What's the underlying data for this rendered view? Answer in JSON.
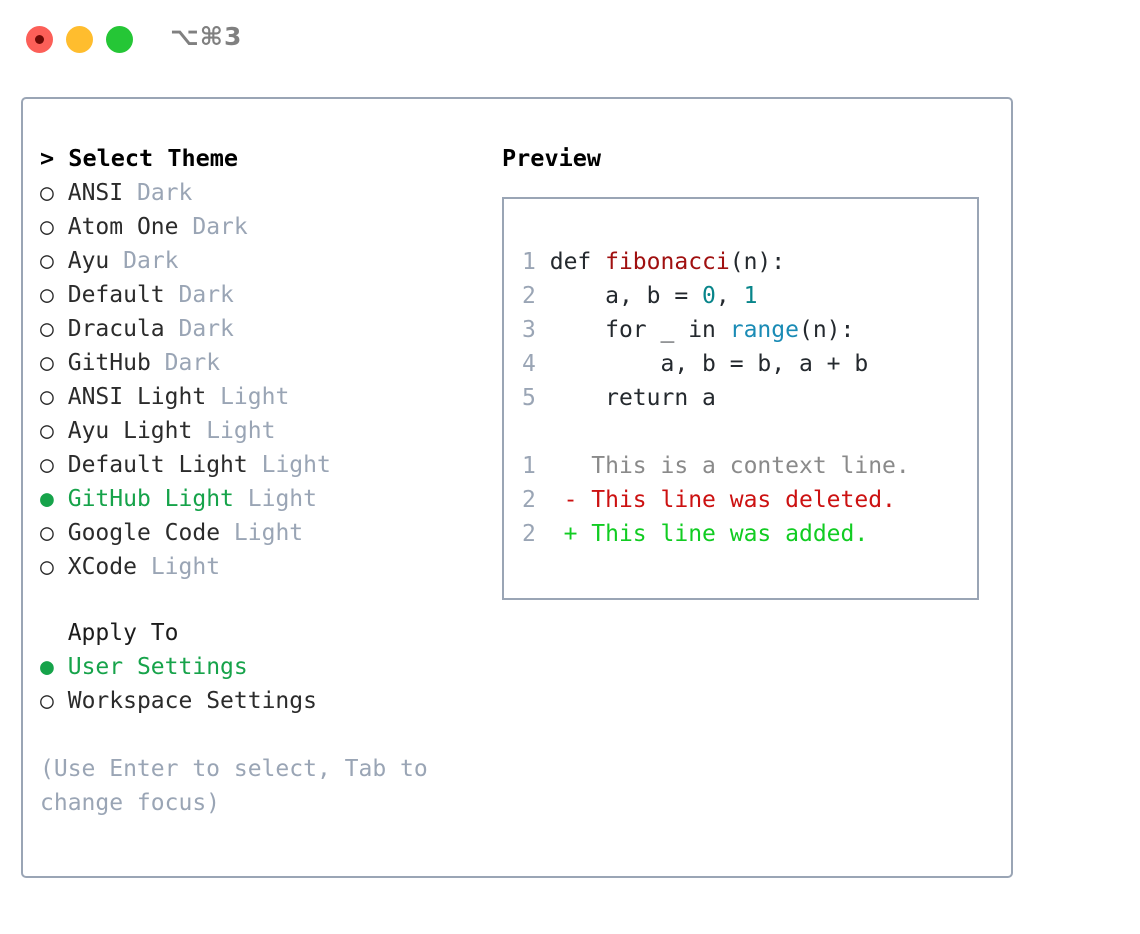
{
  "window": {
    "title": "⌥⌘3",
    "traffic_lights": [
      {
        "name": "close-button",
        "color": "#fc5f58"
      },
      {
        "name": "minimize-button",
        "color": "#ffbd2e"
      },
      {
        "name": "maximize-button",
        "color": "#25c636"
      }
    ]
  },
  "colors": {
    "accent_green": "#16a34a",
    "muted": "#9aa5b5",
    "border": "#9aa5b5",
    "text": "#1c1c1c",
    "syntax_function": "#a01010",
    "syntax_number": "#08858a",
    "syntax_builtin": "#1a8bb5",
    "diff_context": "#8a8a8a",
    "diff_deleted": "#cc1111",
    "diff_added": "#11cc22"
  },
  "theme_picker": {
    "header_prefix": "> ",
    "header": "Select Theme",
    "bullet_unselected": "○",
    "bullet_selected": "●",
    "items": [
      {
        "name": "ANSI",
        "variant": "Dark",
        "selected": false
      },
      {
        "name": "Atom One",
        "variant": "Dark",
        "selected": false
      },
      {
        "name": "Ayu",
        "variant": "Dark",
        "selected": false
      },
      {
        "name": "Default",
        "variant": "Dark",
        "selected": false
      },
      {
        "name": "Dracula",
        "variant": "Dark",
        "selected": false
      },
      {
        "name": "GitHub",
        "variant": "Dark",
        "selected": false
      },
      {
        "name": "ANSI Light",
        "variant": "Light",
        "selected": false
      },
      {
        "name": "Ayu Light",
        "variant": "Light",
        "selected": false
      },
      {
        "name": "Default Light",
        "variant": "Light",
        "selected": false
      },
      {
        "name": "GitHub Light",
        "variant": "Light",
        "selected": true
      },
      {
        "name": "Google Code",
        "variant": "Light",
        "selected": false
      },
      {
        "name": "XCode",
        "variant": "Light",
        "selected": false
      }
    ]
  },
  "apply_to": {
    "label": "Apply To",
    "options": [
      {
        "name": "User Settings",
        "selected": true
      },
      {
        "name": "Workspace Settings",
        "selected": false
      }
    ]
  },
  "hint": "(Use Enter to select, Tab to change focus)",
  "preview": {
    "header": "Preview",
    "code_lines": [
      {
        "no": "1",
        "segments": [
          {
            "t": "def ",
            "c": "plain"
          },
          {
            "t": "fibonacci",
            "c": "fn"
          },
          {
            "t": "(n):",
            "c": "plain"
          }
        ]
      },
      {
        "no": "2",
        "segments": [
          {
            "t": "    a, b = ",
            "c": "plain"
          },
          {
            "t": "0",
            "c": "num"
          },
          {
            "t": ", ",
            "c": "plain"
          },
          {
            "t": "1",
            "c": "num"
          }
        ]
      },
      {
        "no": "3",
        "segments": [
          {
            "t": "    for _ in ",
            "c": "plain"
          },
          {
            "t": "range",
            "c": "builtin"
          },
          {
            "t": "(n):",
            "c": "plain"
          }
        ]
      },
      {
        "no": "4",
        "segments": [
          {
            "t": "        a, b = b, a + b",
            "c": "plain"
          }
        ]
      },
      {
        "no": "5",
        "segments": [
          {
            "t": "    return a",
            "c": "plain"
          }
        ]
      }
    ],
    "diff_lines": [
      {
        "no": "1",
        "marker": "  ",
        "text": "This is a context line.",
        "kind": "ctx"
      },
      {
        "no": "2",
        "marker": "- ",
        "text": "This line was deleted.",
        "kind": "del"
      },
      {
        "no": "2",
        "marker": "+ ",
        "text": "This line was added.",
        "kind": "add"
      }
    ]
  }
}
